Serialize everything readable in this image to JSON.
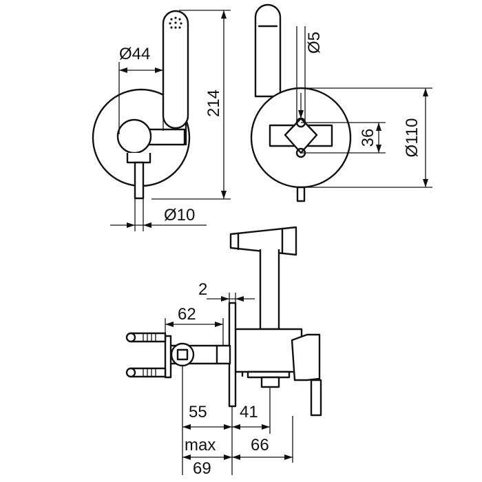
{
  "dimensions": {
    "d44": "Ø44",
    "h214": "214",
    "d5": "Ø5",
    "h36": "36",
    "d110": "Ø110",
    "d10": "Ø10",
    "w2": "2",
    "w62": "62",
    "w55": "55",
    "w41": "41",
    "max_label": "max",
    "max_value": "69",
    "w66": "66"
  },
  "colors": {
    "line": "#111111",
    "background": "#ffffff"
  }
}
